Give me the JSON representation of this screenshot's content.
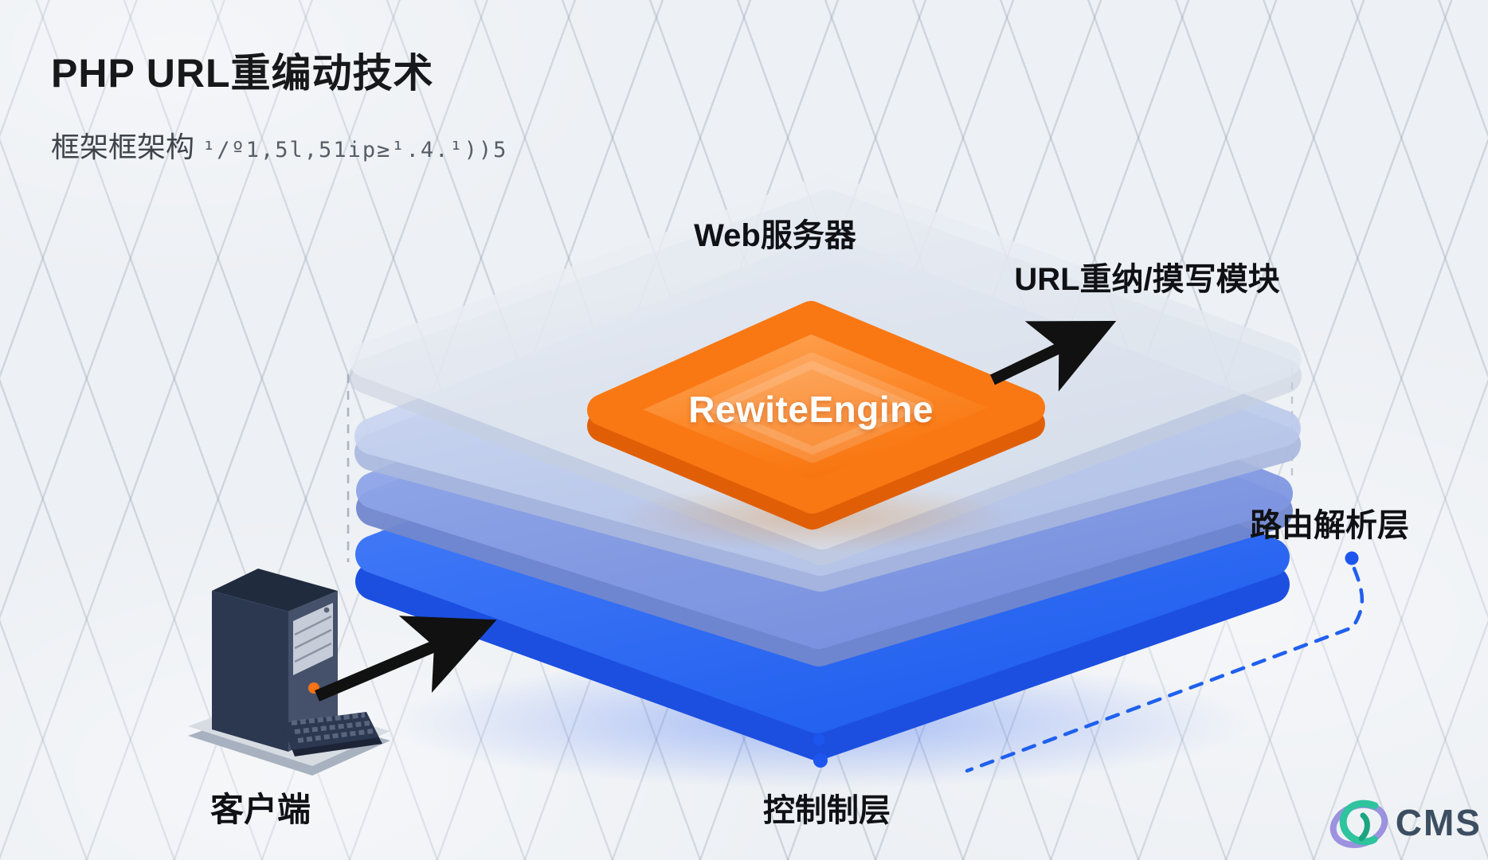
{
  "title": "PHP URL重编动技术",
  "subtitle": {
    "text_cjk": "框架框架构",
    "text_glyphs": "¹/º1,5l,51ip≥¹.4.¹))5"
  },
  "stack": {
    "top_layer_label": "Web服务器",
    "module_label": "URL重纳/摸写模块",
    "engine_label": "RewiteEngine",
    "route_layer_label": "路由解析层",
    "control_layer_label": "控制制层",
    "client_label": "客户端"
  },
  "icons": {
    "client": "computer-tower-icon",
    "flow_arrows": "arrow-icon",
    "connectors": "dashed-connector",
    "markers": "blue-dot"
  },
  "colors": {
    "engine_orange": "#f97316",
    "engine_rim_dark": "#e05f06",
    "layer_blue": "#2f6bf0",
    "layer_periwinkle": "#8ea6e8",
    "layer_pale": "#c9d4ef",
    "frost_shell": "#e9edf3",
    "dot_blue": "#1d56ee",
    "arrow_black": "#111111",
    "text_dark": "#17181a",
    "logo_purple": "#9287dd",
    "logo_teal": "#2fc39e",
    "logo_text": "#3c4e61"
  },
  "logo": {
    "text": "CMS"
  }
}
